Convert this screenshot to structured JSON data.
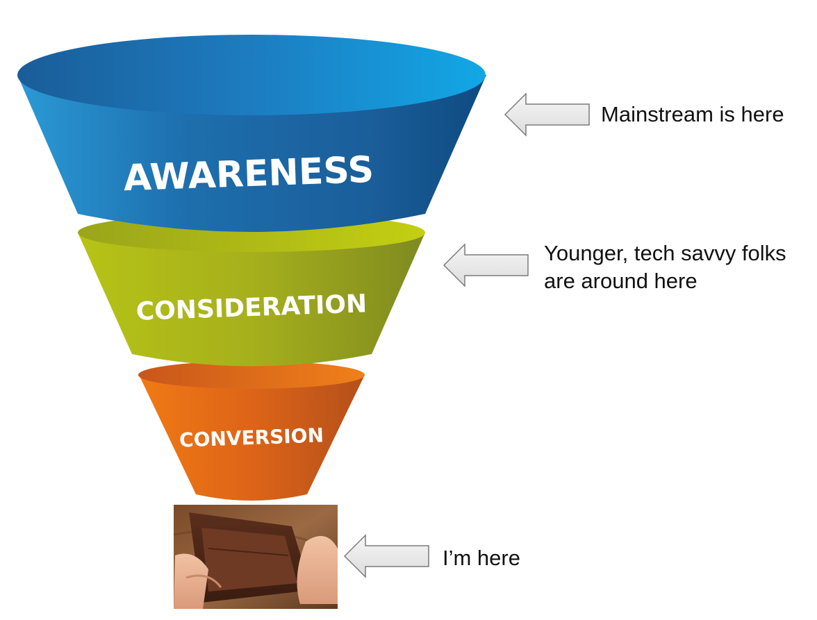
{
  "funnel": {
    "stages": [
      {
        "label": "AWARENESS",
        "color": "#1f7fc0"
      },
      {
        "label": "CONSIDERATION",
        "color": "#a9b31a"
      },
      {
        "label": "CONVERSION",
        "color": "#e0661a"
      }
    ]
  },
  "callouts": {
    "mainstream": "Mainstream is here",
    "younger_line1": "Younger, tech savvy folks",
    "younger_line2": "are around here",
    "me": "I’m here"
  },
  "image": {
    "icon": "empty-wallet-icon"
  }
}
